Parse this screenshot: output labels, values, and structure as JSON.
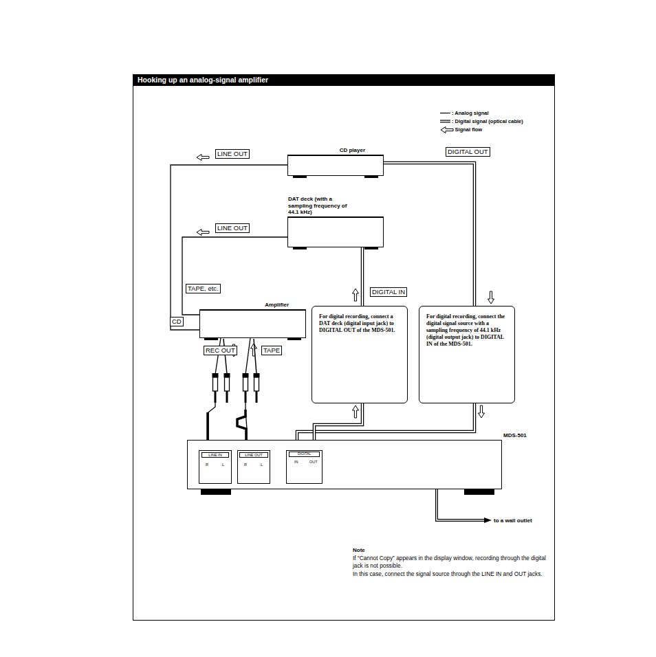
{
  "diagram": {
    "title": "Hooking up an analog-signal amplifier",
    "nodes": [
      {
        "text": [
          "CD player"
        ]
      },
      {
        "text": [
          "DAT deck (with a sampling frequency of 44.1 kHz)"
        ]
      },
      {
        "text": [
          "Amplifier"
        ]
      },
      {
        "text": [
          "For digital recording, connect a DAT deck (digital input jack) to DIGITAL OUT of the MDS-501."
        ]
      },
      {
        "text": [
          "For digital recording, connect the digital signal source with a sampling frequency of 44.1 kHz (digital output jack) to DIGITAL IN of the MDS-501."
        ]
      },
      {
        "text": [
          "MDS-501"
        ]
      },
      {
        "text": [
          "LINE IN",
          "R",
          "L"
        ],
        "in": 5
      },
      {
        "text": [
          "LINE OUT",
          "R",
          "L"
        ],
        "in": 5
      },
      {
        "text": [
          "DIGITAL",
          "IN",
          "OUT"
        ],
        "in": 5
      }
    ],
    "edges": [
      {
        "from": 0,
        "to": 2,
        "arrow": "none",
        "label": "LINE OUT"
      },
      {
        "from": 1,
        "to": 2,
        "arrow": "none",
        "label": "LINE OUT"
      },
      {
        "from": 0,
        "to": 8,
        "arrow": "none",
        "label": "DIGITAL OUT"
      },
      {
        "from": 8,
        "to": 1,
        "arrow": "none",
        "label": "DIGITAL IN"
      },
      {
        "from": 2,
        "to": 6,
        "arrow": "to",
        "label": "REC OUT"
      },
      {
        "from": 2,
        "to": 7,
        "arrow": "to",
        "label": "TAPE"
      }
    ],
    "labels": [
      "CD",
      "TAPE, etc.",
      "to a wall outlet",
      "Note",
      "If “Cannot Copy” appears in the display window, recording through the digital jack is not possible.",
      "In this case, connect the signal source through the LINE IN and OUT jacks."
    ],
    "legend": [
      {
        "text": ": Analog signal"
      },
      {
        "text": ": Digital signal (optical cable)"
      },
      {
        "text": ": Signal flow"
      }
    ]
  }
}
